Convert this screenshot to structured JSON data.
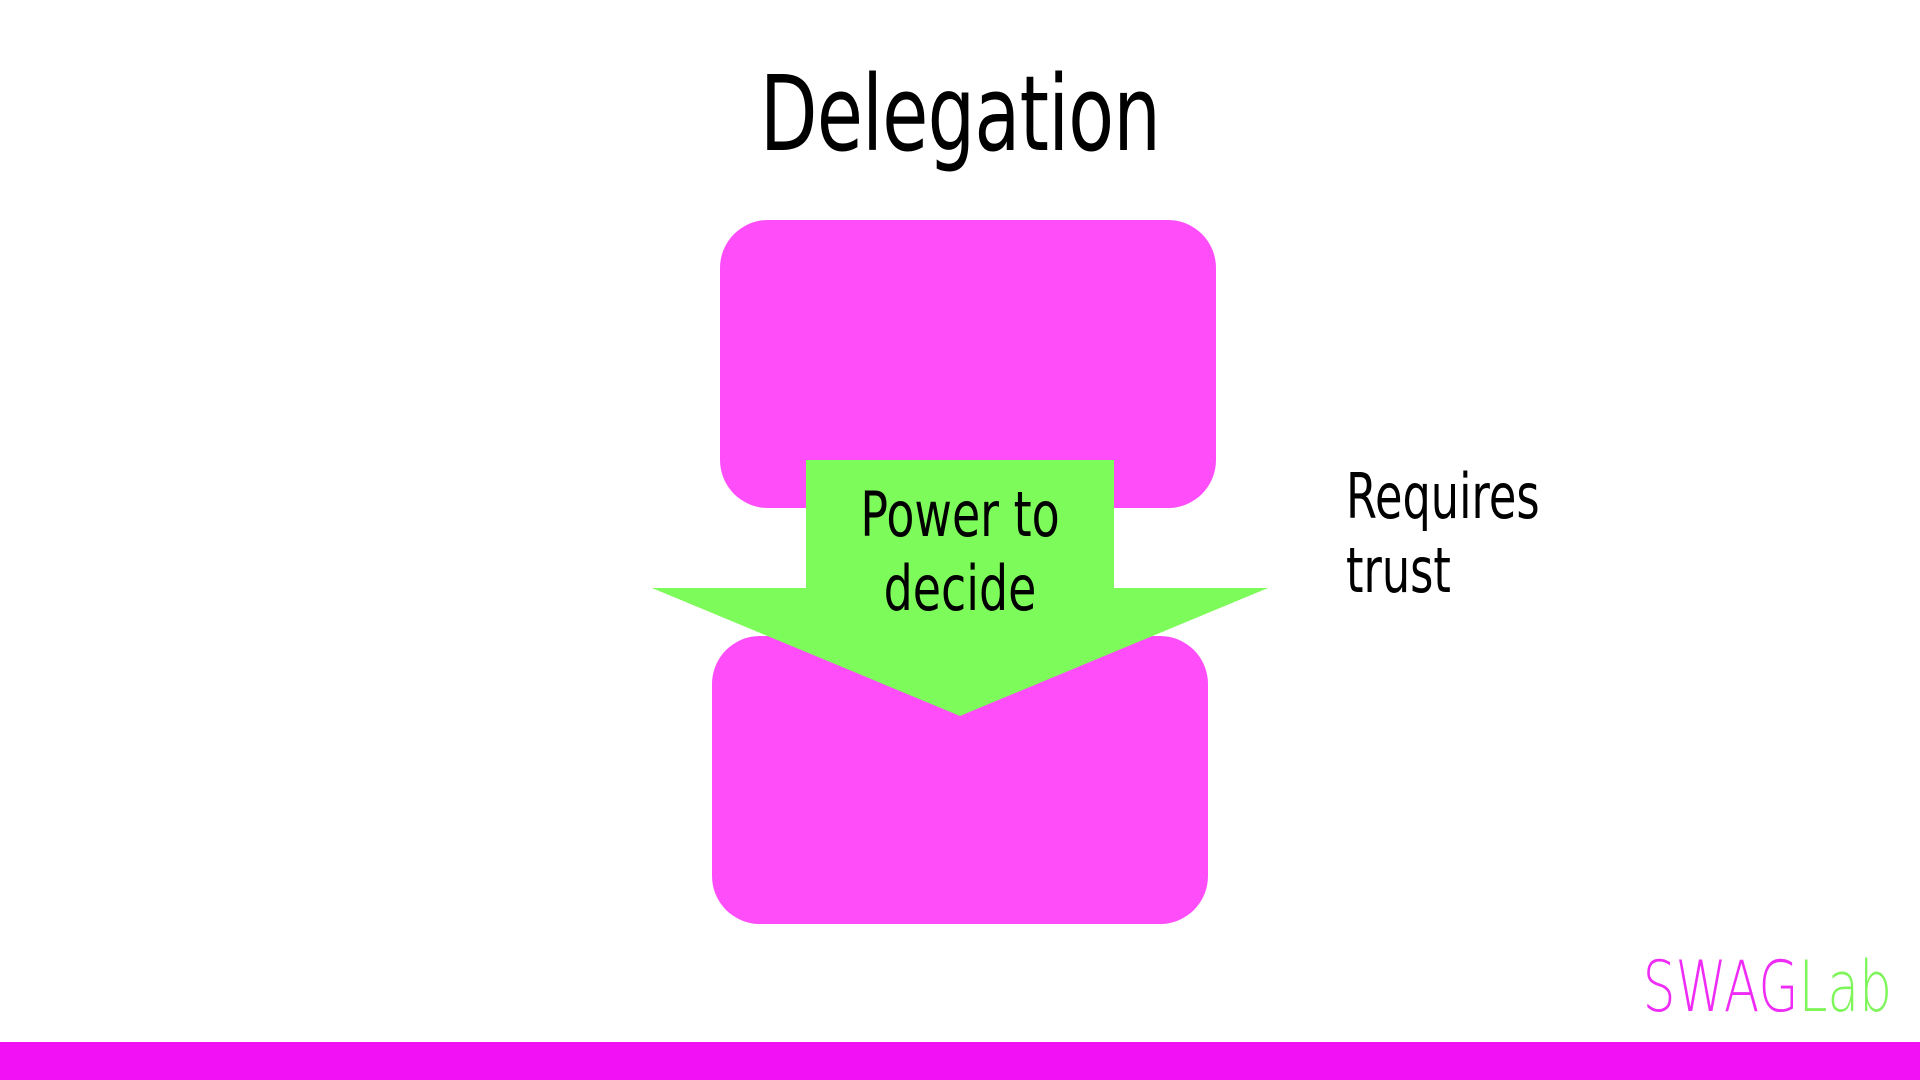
{
  "slide": {
    "title": "Delegation",
    "arrow_label_line1": "Power to",
    "arrow_label_line2": "decide",
    "side_note_line1": "Requires",
    "side_note_line2": "trust"
  },
  "logo": {
    "part1": "SWAG",
    "part2": "Lab"
  },
  "colors": {
    "box_fill": "#ff4df9",
    "arrow_fill": "#7dfb5a",
    "bar_fill": "#f210f5",
    "logo_swag": "#ee2cf5",
    "logo_lab": "#7ef55a"
  }
}
